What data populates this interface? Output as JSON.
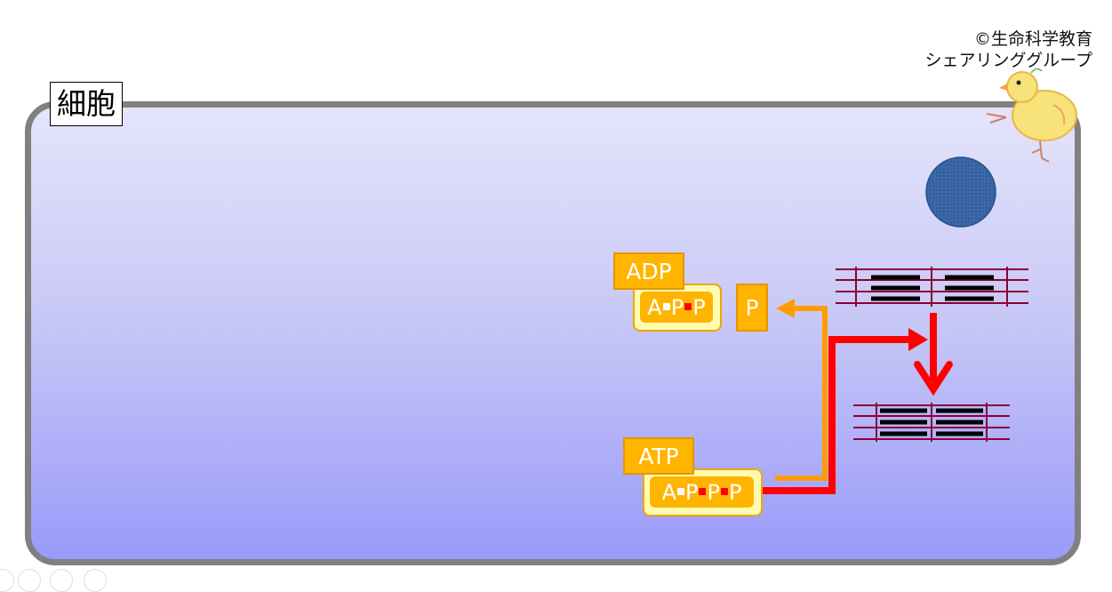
{
  "credit": {
    "line1": "©生命科学教育",
    "line2": "シェアリンググループ"
  },
  "cell_label": "細胞",
  "adp": {
    "label": "ADP",
    "parts": [
      "A",
      "P",
      "P"
    ],
    "bonds": [
      "low",
      "high"
    ]
  },
  "atp": {
    "label": "ATP",
    "parts": [
      "A",
      "P",
      "P",
      "P"
    ],
    "bonds": [
      "low",
      "high",
      "high"
    ]
  },
  "phosphate": {
    "label": "P"
  },
  "colors": {
    "release_arrow": "#ff9c00",
    "energy_arrow": "#ff0000",
    "nucleus": "#3b68a8",
    "sarcomere_thin": "#8b0034",
    "sarcomere_thick": "#000000",
    "cell_border": "#808080"
  }
}
